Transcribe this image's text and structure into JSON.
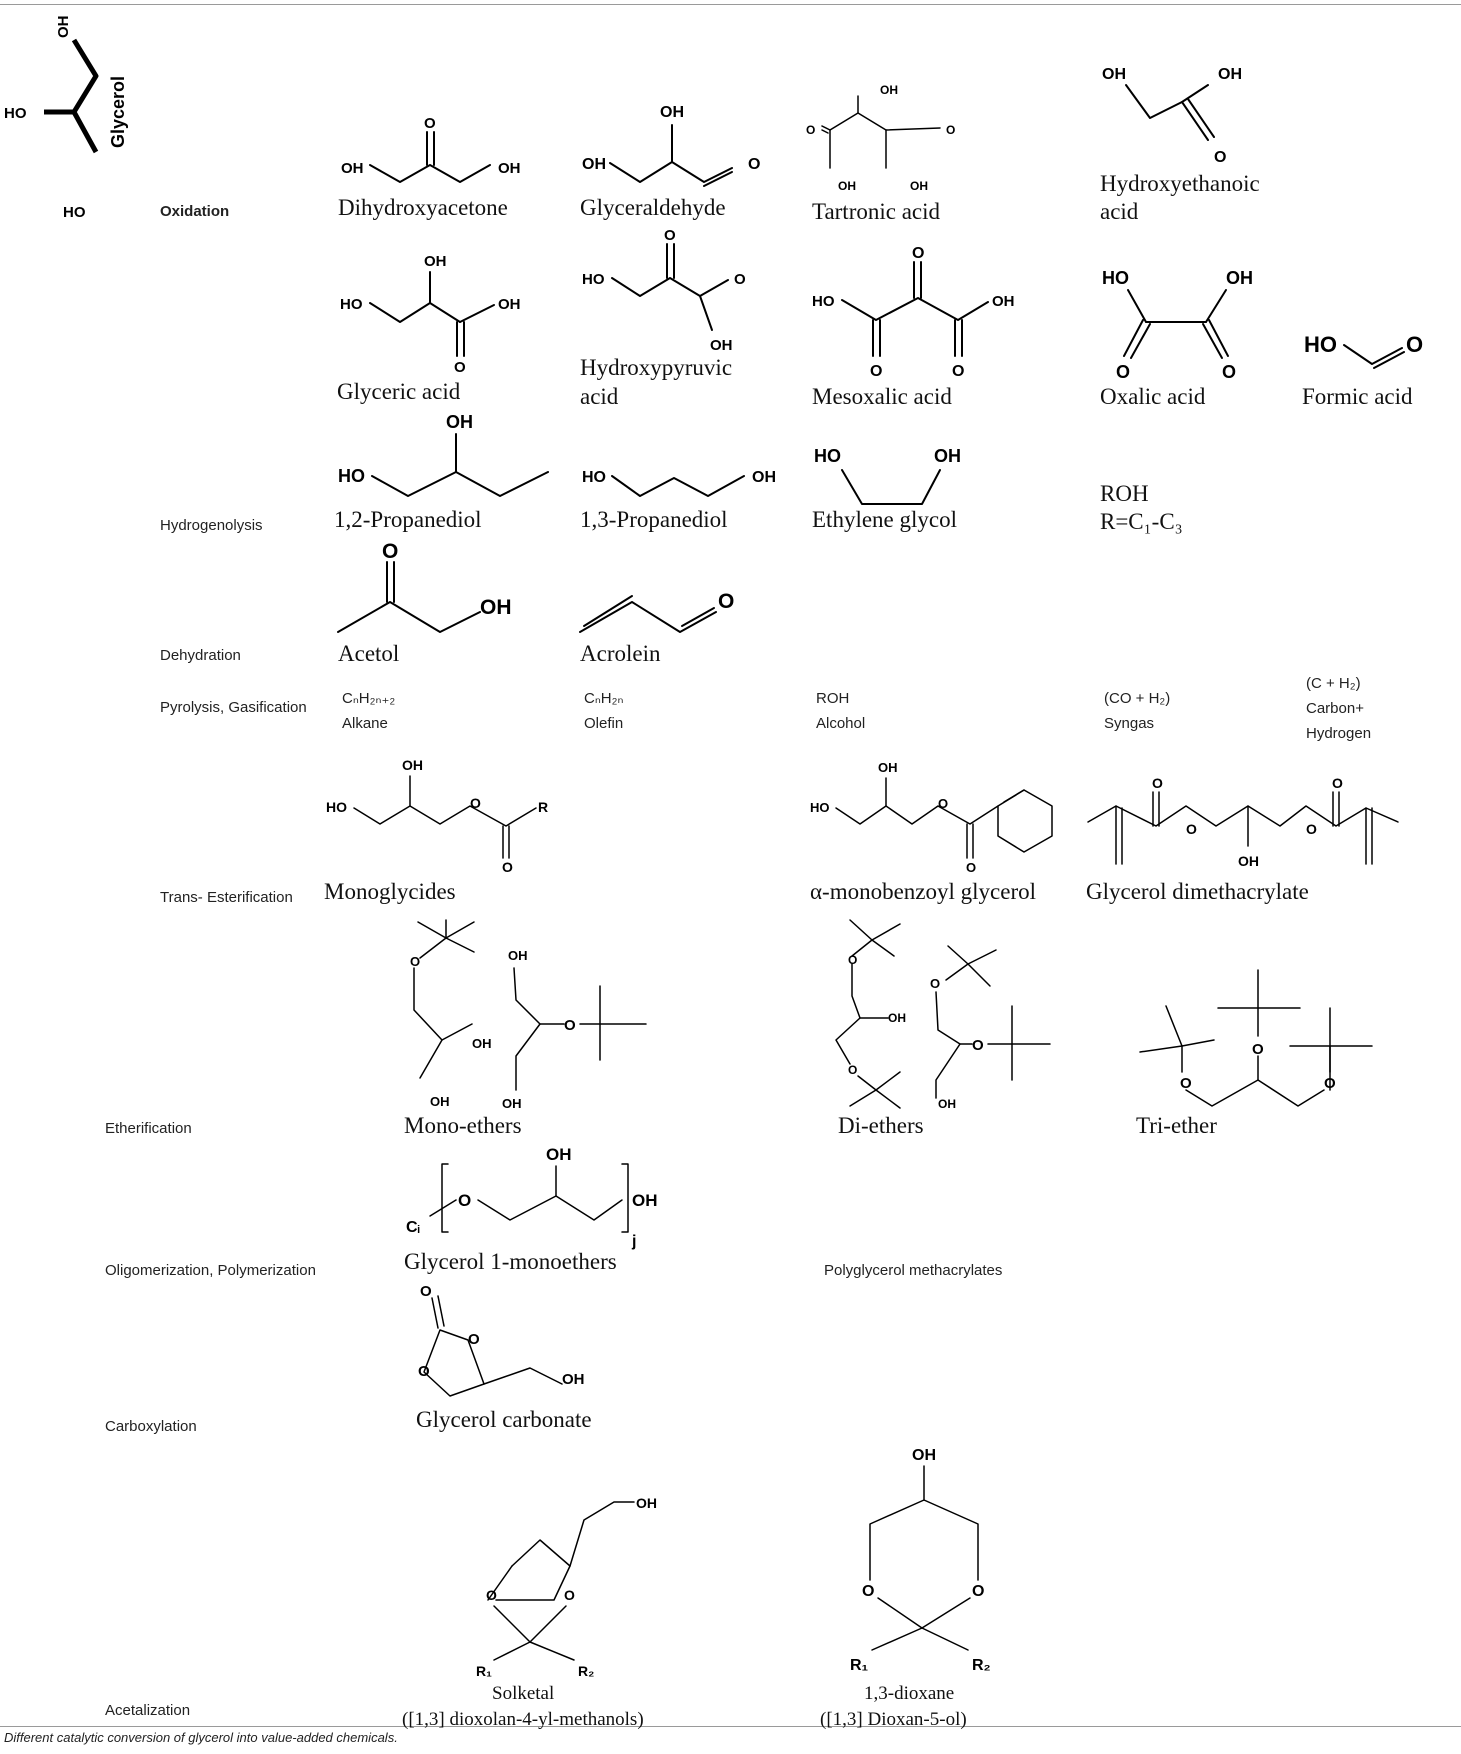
{
  "glycerol": {
    "label": "Glycerol",
    "oh_top": "OH",
    "ho_mid": "HO",
    "ho_bot": "HO"
  },
  "categories": {
    "oxidation": "Oxidation",
    "hydrogenolysis": "Hydrogenolysis",
    "dehydration": "Dehydration",
    "pyrolysis": "Pyrolysis, Gasification",
    "transesterification": "Trans- Esterification",
    "etherification": "Etherification",
    "oligomerization": "Oligomerization, Polymerization",
    "carboxylation": "Carboxylation",
    "acetalization": "Acetalization"
  },
  "compounds": {
    "dihydroxyacetone": "Dihydroxyacetone",
    "glyceraldehyde": "Glyceraldehyde",
    "tartronic": "Tartronic acid",
    "hydroxyethanoic_1": "Hydroxyethanoic",
    "hydroxyethanoic_2": "acid",
    "glyceric": "Glyceric acid",
    "hydroxypyruvic_1": "Hydroxypyruvic",
    "hydroxypyruvic_2": "acid",
    "mesoxalic": "Mesoxalic acid",
    "oxalic": "Oxalic acid",
    "formic": "Formic acid",
    "propanediol12": "1,2-Propanediol",
    "propanediol13": "1,3-Propanediol",
    "ethylene_glycol": "Ethylene glycol",
    "roh": "ROH",
    "r_range": "R=C₁-C₃",
    "acetol": "Acetol",
    "acrolein": "Acrolein",
    "monoglycides": "Monoglycides",
    "monobenzoyl": "α-monobenzoyl glycerol",
    "dimethacrylate": "Glycerol dimethacrylate",
    "monoethers": "Mono-ethers",
    "diethers": "Di-ethers",
    "triether": "Tri-ether",
    "monoethers_1": "Glycerol 1-monoethers",
    "polyglycerol": "Polyglycerol methacrylates",
    "carbonate": "Glycerol carbonate",
    "solketal": "Solketal",
    "solketal_sub": "([1,3] dioxolan-4-yl-methanols)",
    "dioxane": "1,3-dioxane",
    "dioxane_sub": "([1,3] Dioxan-5-ol)"
  },
  "pyrolysis_products": [
    {
      "formula": "CₙH₂ₙ₊₂",
      "name": "Alkane"
    },
    {
      "formula": "CₙH₂ₙ",
      "name": "Olefin"
    },
    {
      "formula": "ROH",
      "name": "Alcohol"
    },
    {
      "formula": "(CO + H₂)",
      "name": "Syngas"
    },
    {
      "formula": "(C + H₂)",
      "name": "Carbon+",
      "name2": "Hydrogen"
    }
  ],
  "atoms": {
    "oh": "OH",
    "ho": "HO",
    "o": "O",
    "r": "R",
    "r1": "R₁",
    "r2": "R₂",
    "ci": "Cᵢ",
    "j": "j"
  },
  "caption": "Different catalytic conversion of glycerol into value-added chemicals."
}
